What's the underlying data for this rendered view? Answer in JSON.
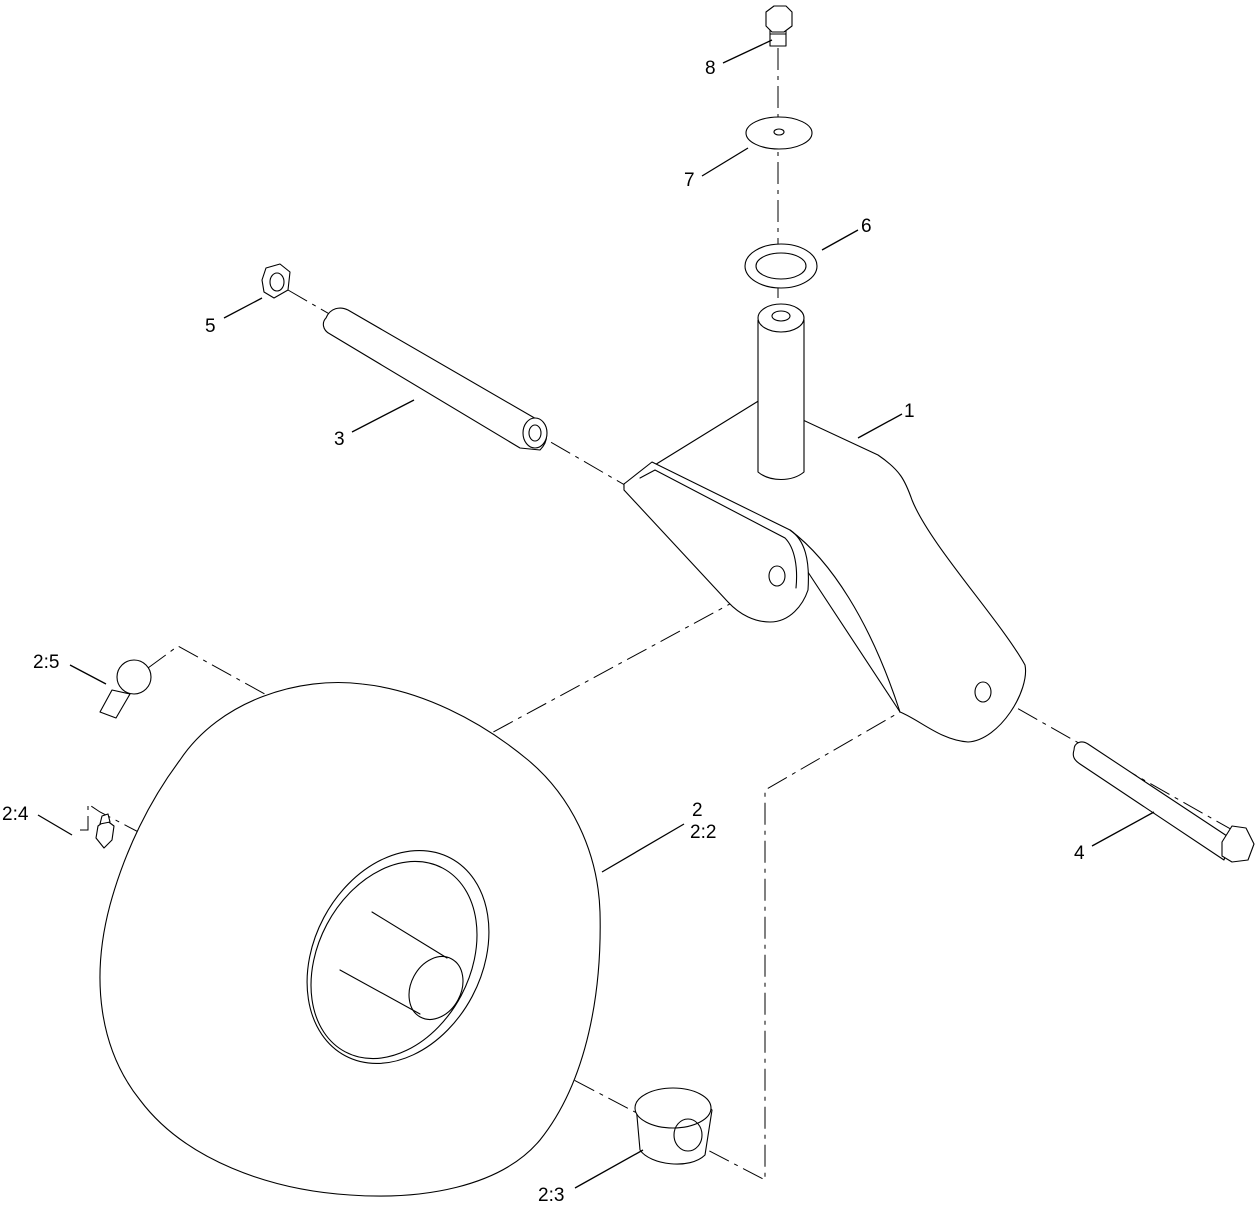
{
  "callouts": {
    "c1": "1",
    "c2": "2",
    "c2_2": "2:2",
    "c2_3": "2:3",
    "c2_4": "2:4",
    "c2_5": "2:5",
    "c3": "3",
    "c4": "4",
    "c5": "5",
    "c6": "6",
    "c7": "7",
    "c8": "8"
  }
}
